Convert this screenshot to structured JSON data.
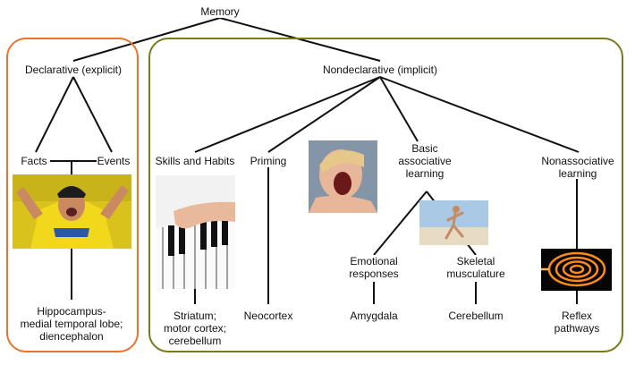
{
  "diagram": {
    "root": "Memory",
    "declarative": {
      "title": "Declarative (explicit)",
      "facts": "Facts",
      "events": "Events",
      "structure": [
        "Hippocampus-",
        "medial temporal lobe;",
        "diencephalon"
      ],
      "frame_color": "#e8732a",
      "photo": "cyclist-celebrating-photo"
    },
    "nondeclarative": {
      "title": "Nondeclarative (implicit)",
      "frame_color": "#7a7a1a",
      "skills": {
        "label": "Skills and Habits",
        "structure": [
          "Striatum;",
          "motor cortex;",
          "cerebellum"
        ],
        "photo": "piano-hands-photo"
      },
      "priming": {
        "label": "Priming",
        "structure": "Neocortex"
      },
      "basic": {
        "label": [
          "Basic",
          "associative",
          "learning"
        ],
        "crying_photo": "crying-child-photo",
        "runner_photo": "runner-beach-photo",
        "emotional": {
          "label": [
            "Emotional",
            "responses"
          ],
          "structure": "Amygdala"
        },
        "skeletal": {
          "label": [
            "Skeletal",
            "musculature"
          ],
          "structure": "Cerebellum"
        }
      },
      "nonassoc": {
        "label": [
          "Nonassociative",
          "learning"
        ],
        "structure": [
          "Reflex",
          "pathways"
        ],
        "photo": "spiral-coil-photo"
      }
    }
  }
}
